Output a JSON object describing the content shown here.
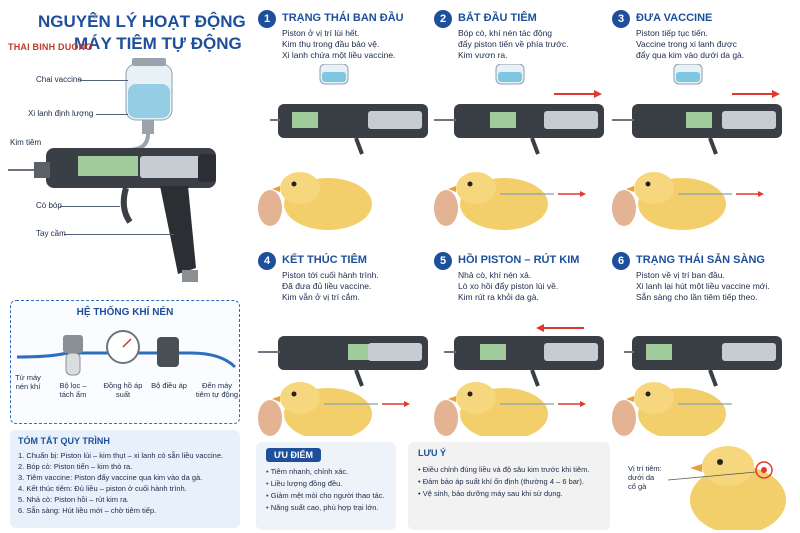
{
  "header": {
    "title_line1": "NGUYÊN LÝ HOẠT ĐỘNG",
    "title_line2": "MÁY TIÊM TỰ ĐỘNG",
    "brand": "THAI BINH DUONG",
    "brand_mark": "®"
  },
  "gun_parts": {
    "vaccine_bottle": "Chai vaccine",
    "dosing_cylinder": "Xi lanh định lượng",
    "needle": "Kim tiêm",
    "trigger": "Cò bóp",
    "handle": "Tay cầm"
  },
  "air_system": {
    "title": "HỆ THỐNG KHÍ NÉN",
    "from_compressor": "Từ máy nén khí",
    "filter": "Bộ lọc – tách ẩm",
    "gauge": "Đồng hồ áp suất",
    "regulator": "Bộ điều áp",
    "to_injector": "Đến máy tiêm tự động"
  },
  "summary": {
    "title": "TÓM TẮT QUY TRÌNH",
    "items": [
      "1. Chuẩn bị: Piston lùi – kim thụt – xi lanh có sẵn liều vaccine.",
      "2. Bóp cò: Piston tiến – kim thò ra.",
      "3. Tiêm vaccine: Piston đẩy vaccine qua kim vào da gà.",
      "4. Kết thúc tiêm: Đủ liều – piston ở cuối hành trình.",
      "5. Nhả cò: Piston hồi – rút kim ra.",
      "6. Sẵn sàng: Hút liều mới – chờ tiêm tiếp."
    ]
  },
  "steps": [
    {
      "num": "1",
      "title": "TRẠNG THÁI BAN ĐẦU",
      "lines": [
        "Piston ở vị trí lùi hết.",
        "Kim thụ trong đầu bảo vệ.",
        "Xi lanh chứa một liều vaccine."
      ]
    },
    {
      "num": "2",
      "title": "BẮT ĐẦU TIÊM",
      "lines": [
        "Bóp cò, khí nén tác động",
        "đẩy piston tiến về phía trước.",
        "Kim vươn ra."
      ]
    },
    {
      "num": "3",
      "title": "ĐƯA VACCINE",
      "lines": [
        "Piston tiếp tục tiến.",
        "Vaccine trong xi lanh được",
        "đẩy qua kim vào dưới da gà."
      ]
    },
    {
      "num": "4",
      "title": "KẾT THÚC TIÊM",
      "lines": [
        "Piston tới cuối hành trình.",
        "Đã đưa đủ liều vaccine.",
        "Kim vẫn ở vị trí cắm."
      ]
    },
    {
      "num": "5",
      "title": "HỒI PISTON – RÚT KIM",
      "lines": [
        "Nhả cò, khí nén xả.",
        "Lò xo hồi đẩy piston lùi về.",
        "Kim rút ra khỏi da gà."
      ]
    },
    {
      "num": "6",
      "title": "TRẠNG THÁI SẴN SÀNG",
      "lines": [
        "Piston về vị trí ban đầu.",
        "Xi lanh lại hút một liều vaccine mới.",
        "Sẵn sàng cho lần tiêm tiếp theo."
      ]
    }
  ],
  "advantages": {
    "title": "ƯU ĐIỂM",
    "items": [
      "Tiêm nhanh, chính xác.",
      "Liều lượng đồng đều.",
      "Giảm mệt mỏi cho người thao tác.",
      "Năng suất cao, phù hợp trại lớn."
    ]
  },
  "notes": {
    "title": "LƯU Ý",
    "items": [
      "Điều chỉnh đúng liều và độ sâu kim trước khi tiêm.",
      "Đảm bảo áp suất khí ổn định (thường 4 – 6 bar).",
      "Vệ sinh, bảo dưỡng máy sau khi sử dụng."
    ]
  },
  "injection_site": {
    "label_line1": "Vị trí tiêm:",
    "label_line2": "dưới da",
    "label_line3": "cổ gà"
  },
  "colors": {
    "primary_blue": "#1d4f9a",
    "arrow_red": "#e03a2f",
    "chick_yellow": "#f3cf6b",
    "liquid": "#7fc6e0"
  }
}
